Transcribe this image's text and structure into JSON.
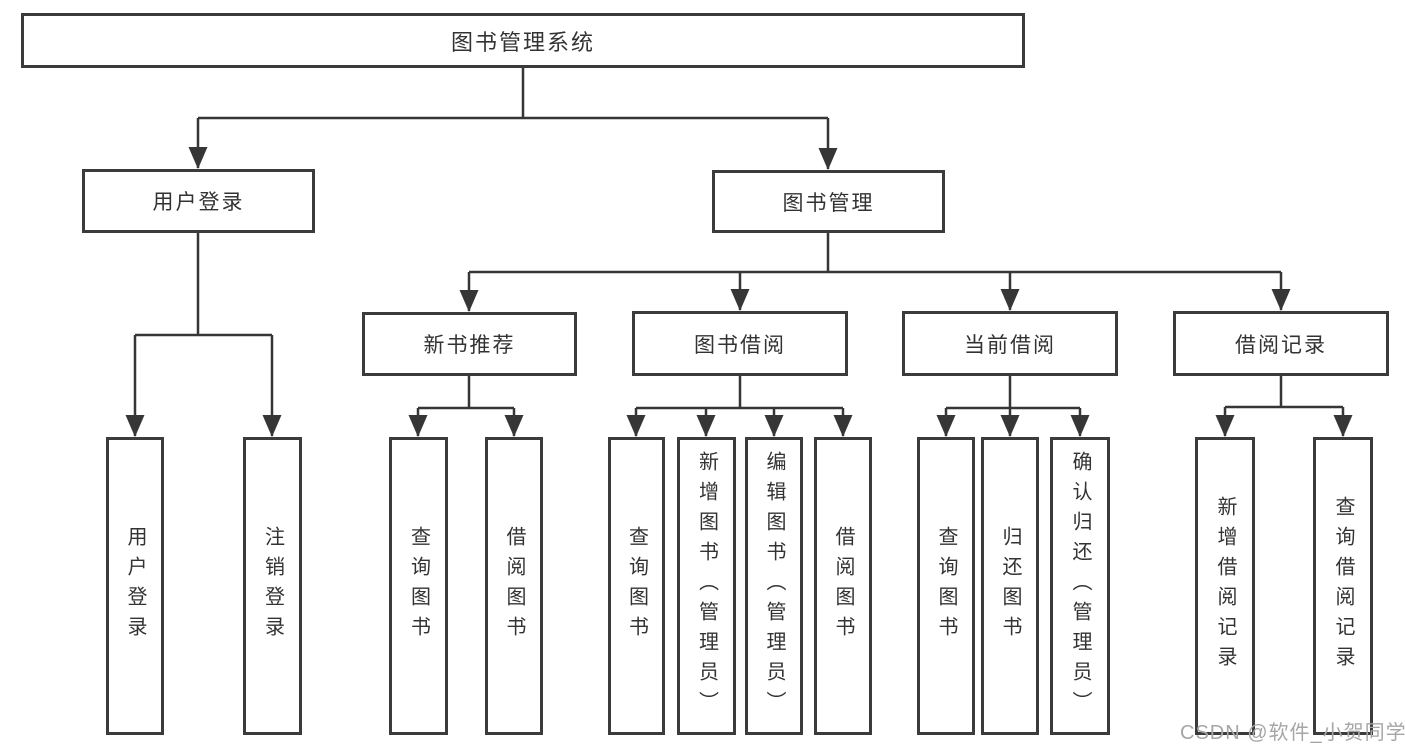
{
  "watermark": "CSDN @软件_小贺同学",
  "colors": {
    "background": "#ffffff",
    "border": "#3b3b3b",
    "line": "#363636",
    "text": "#333333",
    "watermark_text": "#a6a6a6"
  },
  "nodes": {
    "root": "图书管理系统",
    "user_login": "用户登录",
    "book_management": "图书管理",
    "new_book_recommend": "新书推荐",
    "book_borrowing": "图书借阅",
    "current_borrowing": "当前借阅",
    "borrowing_records": "借阅记录",
    "ul_user_login": "用户登录",
    "ul_logout": "注销登录",
    "nbr_query_book": "查询图书",
    "nbr_borrow_book": "借阅图书",
    "bb_query_book": "查询图书",
    "bb_add_book": "新增图书（管理员）",
    "bb_edit_book": "编辑图书（管理员）",
    "bb_borrow_book": "借阅图书",
    "cb_query_book": "查询图书",
    "cb_return_book": "归还图书",
    "cb_confirm_return": "确认归还（管理员）",
    "br_add_record": "新增借阅记录",
    "br_query_record": "查询借阅记录"
  }
}
